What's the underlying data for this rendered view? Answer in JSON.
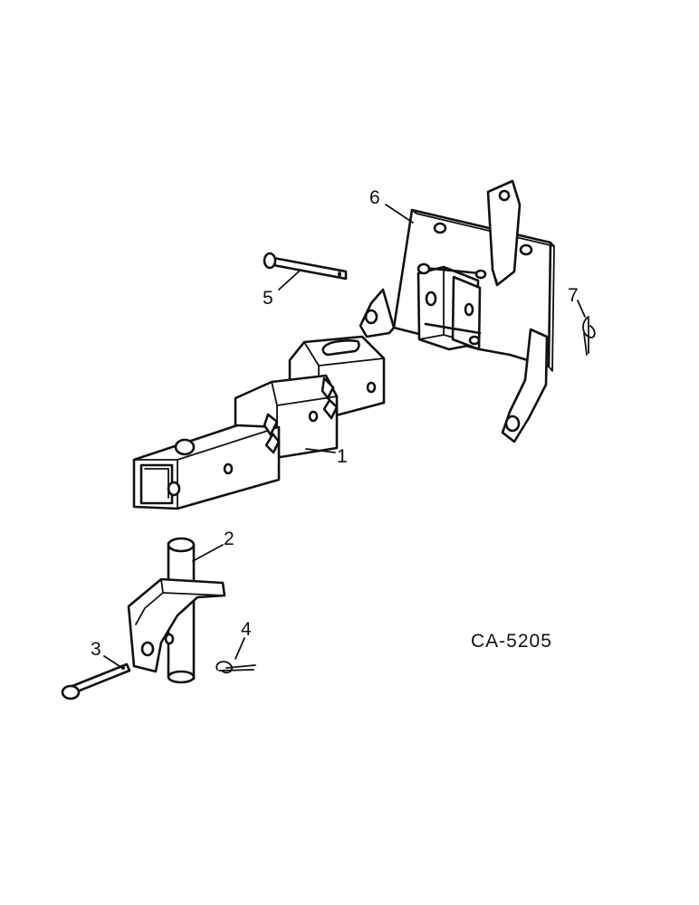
{
  "drawing_number": "CA-5205",
  "callouts": [
    "1",
    "2",
    "3",
    "4",
    "5",
    "6",
    "7"
  ],
  "parts": [
    {
      "callout": "1",
      "icon": "square-tube-drawbar-icon"
    },
    {
      "callout": "2",
      "icon": "swivel-clevis-icon"
    },
    {
      "callout": "3",
      "icon": "clevis-pin-icon"
    },
    {
      "callout": "4",
      "icon": "hair-pin-clip-icon"
    },
    {
      "callout": "5",
      "icon": "long-pin-icon"
    },
    {
      "callout": "6",
      "icon": "mounting-bracket-icon"
    },
    {
      "callout": "7",
      "icon": "hair-pin-clip-icon"
    }
  ]
}
